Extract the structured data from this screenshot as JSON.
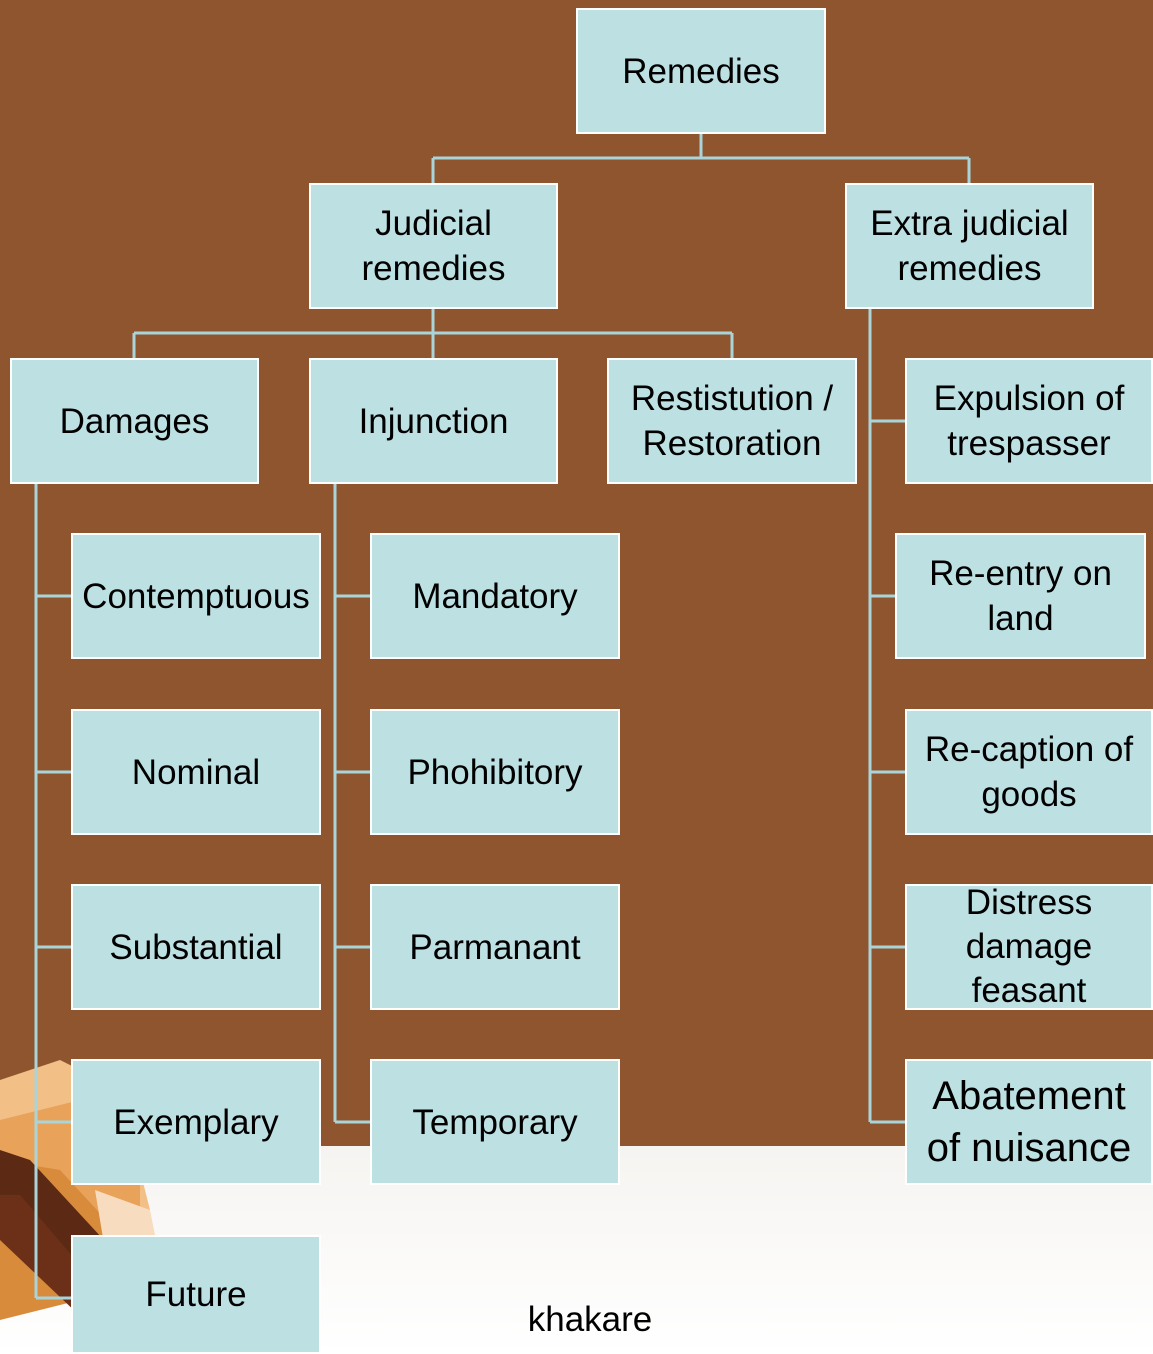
{
  "diagram": {
    "root": "Remedies",
    "judicial": "Judicial remedies",
    "extra_judicial": "Extra judicial remedies",
    "damages": "Damages",
    "injunction": "Injunction",
    "restitution": "Restistution / Restoration",
    "damages_types": [
      "Contemptuous",
      "Nominal",
      "Substantial",
      "Exemplary",
      "Future"
    ],
    "injunction_types": [
      "Mandatory",
      "Phohibitory",
      "Parmanant",
      "Temporary"
    ],
    "extra_judicial_types": [
      "Expulsion of trespasser",
      "Re-entry on land",
      "Re-caption of goods",
      "Distress damage feasant",
      "Abatement of nuisance"
    ]
  },
  "footer": {
    "text": "khakare"
  },
  "colors": {
    "background": "#8f552e",
    "box_fill": "#bde0e3",
    "connector": "#a9d5da"
  }
}
